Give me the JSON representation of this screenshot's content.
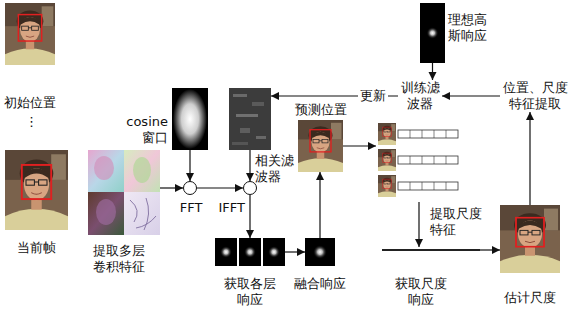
{
  "diagram": {
    "nodes": [
      {
        "text": [
          "初始位置"
        ]
      },
      {
        "text": [
          "当前帧"
        ]
      },
      {
        "text": [
          "提取多层卷积特征"
        ]
      },
      {
        "text": [
          "cosine 窗口"
        ]
      },
      {
        "text": [
          "相关滤波器"
        ]
      },
      {
        "text": [
          "FFT"
        ]
      },
      {
        "text": [
          "IFFT"
        ]
      },
      {
        "text": [
          "获取各层响应"
        ]
      },
      {
        "text": [
          "融合响应"
        ]
      },
      {
        "text": [
          "预测位置"
        ]
      },
      {
        "text": [
          "提取尺度特征"
        ]
      },
      {
        "text": [
          "获取尺度响应"
        ]
      },
      {
        "text": [
          "估计尺度"
        ]
      },
      {
        "text": [
          "位置、尺度特征提取"
        ]
      },
      {
        "text": [
          "训练滤波器"
        ]
      },
      {
        "text": [
          "理想高斯响应"
        ]
      }
    ],
    "edges": [
      {
        "from": 2,
        "to": 5,
        "arrow": "to"
      },
      {
        "from": 3,
        "to": 5,
        "arrow": "to"
      },
      {
        "from": 5,
        "to": 6,
        "arrow": "to"
      },
      {
        "from": 4,
        "to": 6,
        "arrow": "to"
      },
      {
        "from": 6,
        "to": 7,
        "arrow": "to"
      },
      {
        "from": 7,
        "to": 8,
        "arrow": "to"
      },
      {
        "from": 8,
        "to": 9,
        "arrow": "to"
      },
      {
        "from": 9,
        "to": 10,
        "arrow": "to"
      },
      {
        "from": 10,
        "to": 11,
        "arrow": "to"
      },
      {
        "from": 11,
        "to": 12,
        "arrow": "to"
      },
      {
        "from": 12,
        "to": 13,
        "arrow": "to"
      },
      {
        "from": 13,
        "to": 14,
        "arrow": "to"
      },
      {
        "from": 15,
        "to": 14,
        "arrow": "to"
      },
      {
        "from": 14,
        "to": 4,
        "label": "更新",
        "arrow": "to"
      }
    ],
    "labels": [
      "⋮"
    ]
  }
}
